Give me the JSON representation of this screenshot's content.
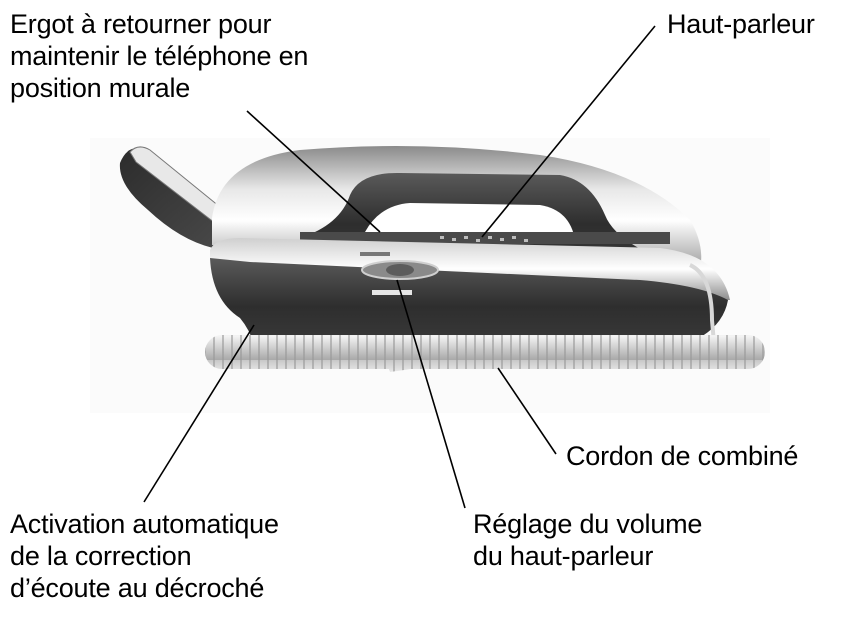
{
  "diagram": {
    "subject": "telephone-product-illustration",
    "labels": {
      "ergot": {
        "lines": [
          "Ergot à retourner pour",
          "maintenir le téléphone en",
          "position murale"
        ]
      },
      "haut_parleur": {
        "lines": [
          "Haut-parleur"
        ]
      },
      "cordon": {
        "lines": [
          "Cordon de combiné"
        ]
      },
      "activation": {
        "lines": [
          "Activation automatique",
          "de la correction",
          "d’écoute au décroché"
        ]
      },
      "reglage": {
        "lines": [
          "Réglage du volume",
          "du haut-parleur"
        ]
      }
    },
    "colors": {
      "text": "#000000",
      "leader_line": "#000000",
      "body_dark": "#3a3a3a",
      "body_silver": "#b8b8b8",
      "cord": "#dcdcdc",
      "background": "#ffffff"
    }
  }
}
